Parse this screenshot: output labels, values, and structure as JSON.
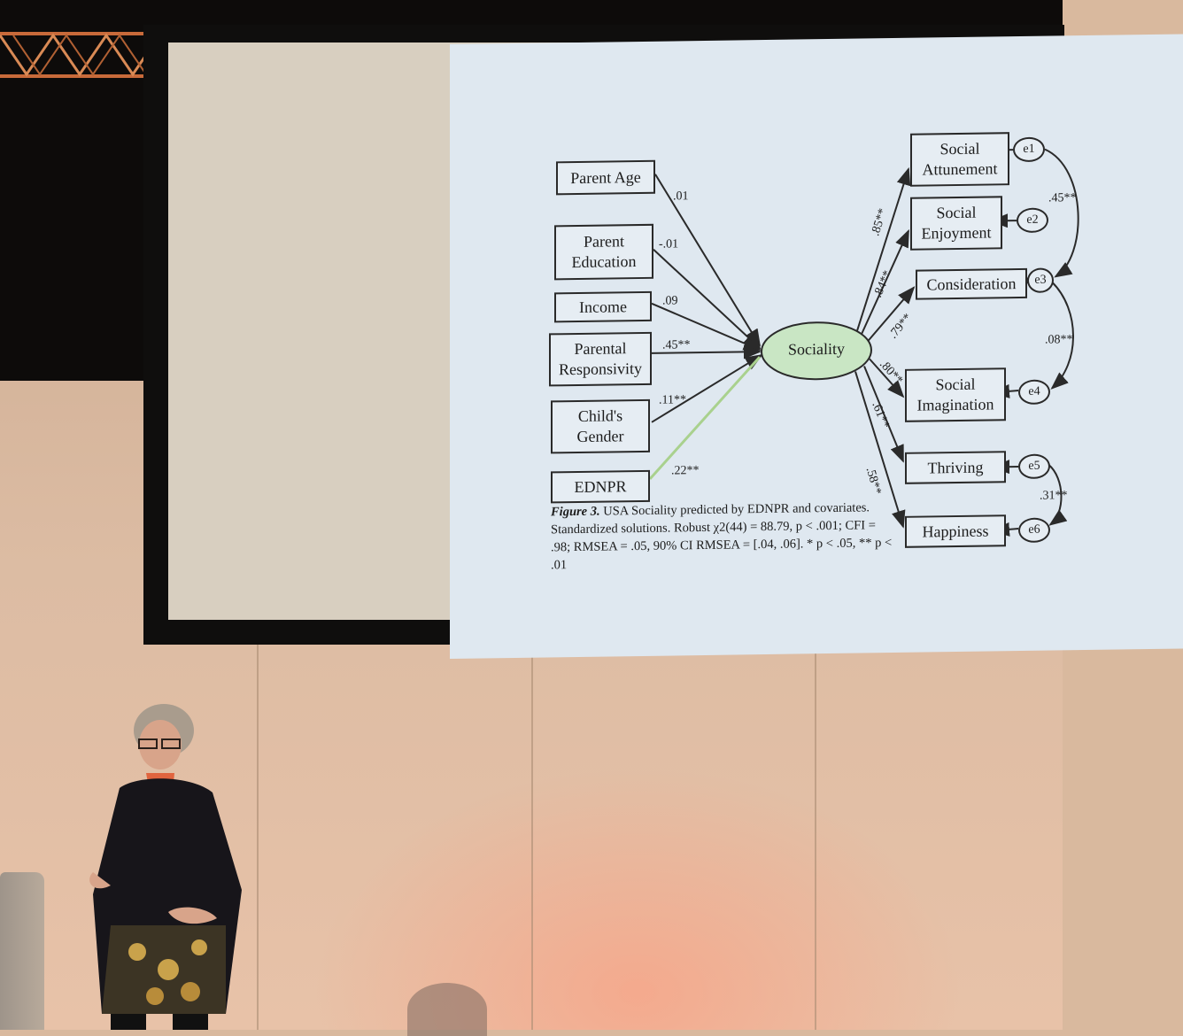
{
  "diagram": {
    "predictors": [
      {
        "lines": [
          "Parent Age"
        ],
        "coef": ".01"
      },
      {
        "lines": [
          "Parent",
          "Education"
        ],
        "coef": "-.01"
      },
      {
        "lines": [
          "Income"
        ],
        "coef": ".09"
      },
      {
        "lines": [
          "Parental",
          "Responsivity"
        ],
        "coef": ".45**"
      },
      {
        "lines": [
          "Child's",
          "Gender"
        ],
        "coef": ".11**"
      },
      {
        "lines": [
          "EDNPR"
        ],
        "coef": ".22**"
      }
    ],
    "latent": "Sociality",
    "outcomes": [
      {
        "lines": [
          "Social",
          "Attunement"
        ],
        "coef": ".85**",
        "error": "e1"
      },
      {
        "lines": [
          "Social",
          "Enjoyment"
        ],
        "coef": ".84**",
        "error": "e2"
      },
      {
        "lines": [
          "Consideration"
        ],
        "coef": ".79**",
        "error": "e3"
      },
      {
        "lines": [
          "Social",
          "Imagination"
        ],
        "coef": ".80**",
        "error": "e4"
      },
      {
        "lines": [
          "Thriving"
        ],
        "coef": ".61**",
        "error": "e5"
      },
      {
        "lines": [
          "Happiness"
        ],
        "coef": ".58**",
        "error": "e6"
      }
    ],
    "covariances": [
      ".45**",
      ".08**",
      ".31**"
    ],
    "caption": {
      "label": "Figure 3.",
      "text": " USA Sociality predicted by EDNPR and covariates. Standardized solutions. Robust χ2(44) = 88.79, p < .001; CFI = .98; RMSEA = .05, 90% CI RMSEA = [.04, .06].  * p < .05, ** p < .01"
    }
  },
  "colors": {
    "slide_bg": "#dfe8f0",
    "latent_fill": "#c9e6c4",
    "highlight_path": "#a9d18e",
    "lines": "#2a2a2a"
  }
}
